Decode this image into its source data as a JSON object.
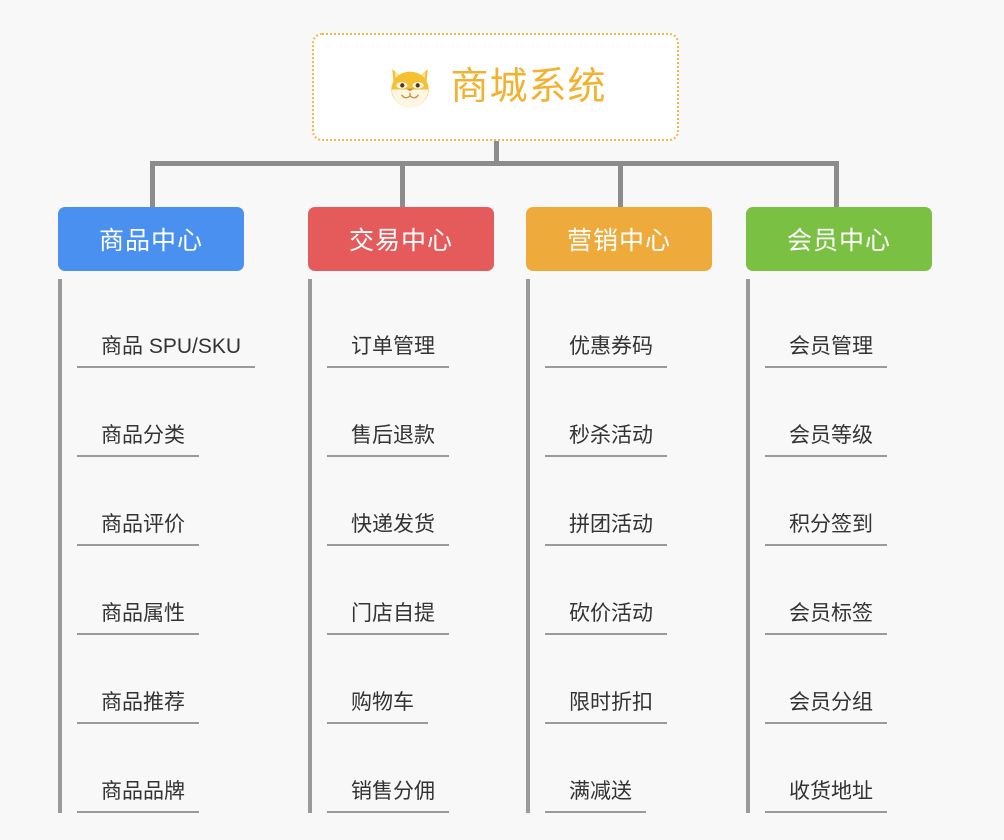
{
  "root": {
    "title": "商城系统",
    "icon": "shiba-dog-icon",
    "border_color": "#f0b849",
    "text_color": "#f2b230",
    "background": "#ffffff"
  },
  "canvas": {
    "background": "#f8f8f8",
    "connector_color": "#8c8c8c",
    "leaf_text_color": "#333333",
    "leaf_rule_color": "#9a9a9a"
  },
  "columns": [
    {
      "title": "商品中心",
      "color": "#4a90f0",
      "items": [
        "商品 SPU/SKU",
        "商品分类",
        "商品评价",
        "商品属性",
        "商品推荐",
        "商品品牌"
      ]
    },
    {
      "title": "交易中心",
      "color": "#e55b5b",
      "items": [
        "订单管理",
        "售后退款",
        "快递发货",
        "门店自提",
        "购物车",
        "销售分佣"
      ]
    },
    {
      "title": "营销中心",
      "color": "#eeab3c",
      "items": [
        "优惠券码",
        "秒杀活动",
        "拼团活动",
        "砍价活动",
        "限时折扣",
        "满减送"
      ]
    },
    {
      "title": "会员中心",
      "color": "#79c councils"
    }
  ]
}
